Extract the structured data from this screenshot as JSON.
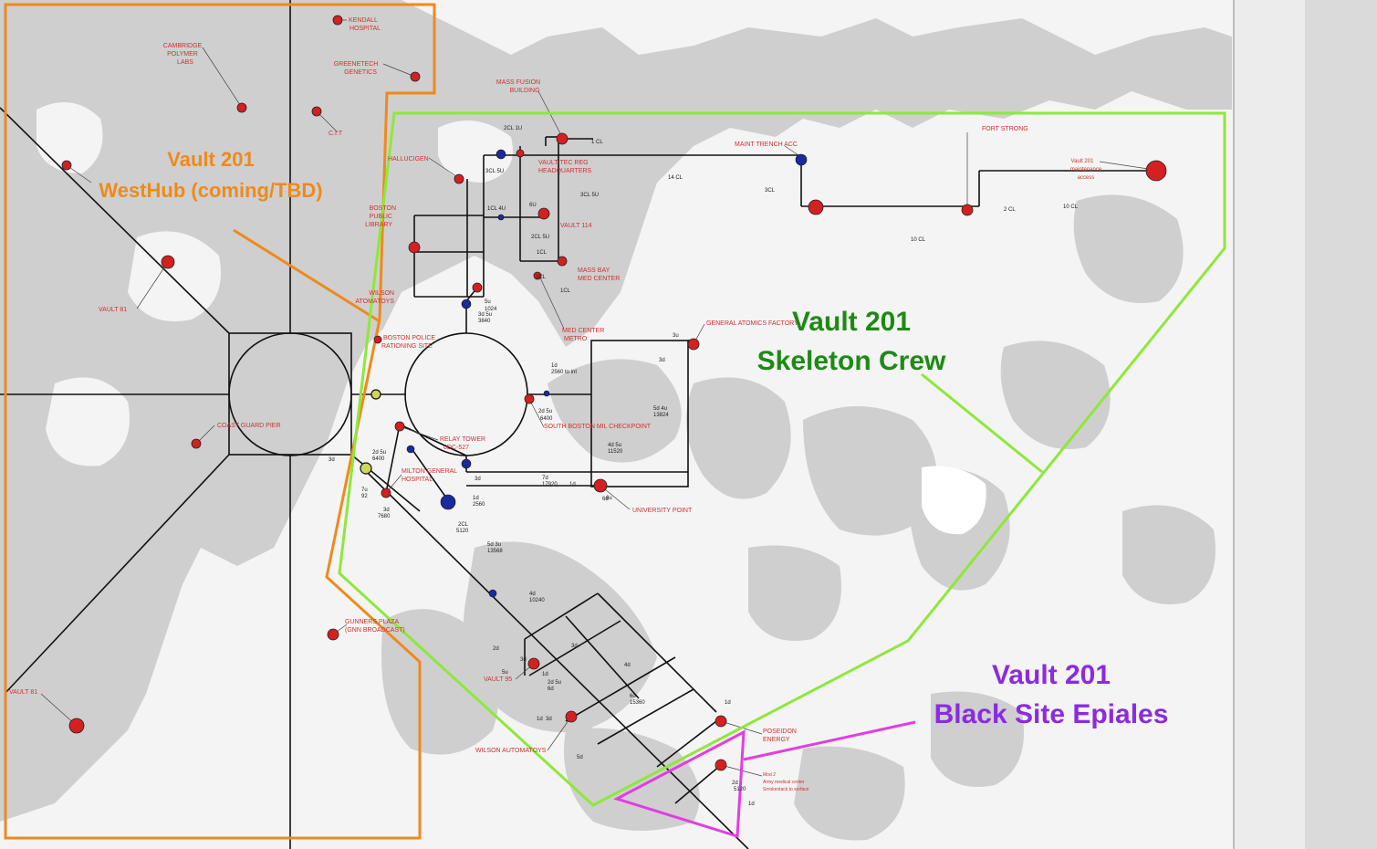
{
  "colors": {
    "land": "#cfcfcf",
    "water": "#f4f4f4",
    "rail": "#111111",
    "station": "#d42020",
    "junction": "#1c2a9c",
    "westhub_border": "#ee8a1c",
    "skeleton_border": "#8ee83a",
    "blacksite_border": "#e23de2",
    "westhub_text": "#ee8a1c",
    "skeleton_text": "#1e8a14",
    "blacksite_text": "#8a2be2"
  },
  "regions": {
    "westhub": {
      "line1": "Vault 201",
      "line2": "WestHub (coming/TBD)"
    },
    "skeleton": {
      "line1": "Vault 201",
      "line2": "Skeleton Crew"
    },
    "blacksite": {
      "line1": "Vault 201",
      "line2": "Black Site Epiales"
    }
  },
  "places": {
    "kendall": [
      "KENDALL",
      "HOSPITAL"
    ],
    "cambridge": [
      "CAMBRIDGE",
      "POLYMER",
      "LABS"
    ],
    "greentech": [
      "GREENETECH",
      "GENETICS"
    ],
    "cit": "C.I.T",
    "mass_fusion": [
      "MASS FUSION",
      "BUILDING"
    ],
    "vault81_top": "VAULT 81",
    "vault81_bottom": "VAULT 81",
    "hallucigen": "HALLUCIGEN",
    "vault_tec": [
      "VAULT-TEC REG",
      "HEADQUARTERS"
    ],
    "boston_library": [
      "BOSTON",
      "PUBLIC",
      "LIBRARY"
    ],
    "vault114": "VAULT 114",
    "mass_bay": [
      "MASS BAY",
      "MED CENTER"
    ],
    "wilson_top": [
      "WILSON",
      "ATOMATOYS"
    ],
    "med_center_metro": [
      "MED CENTER",
      "METRO"
    ],
    "boston_police": [
      "BOSTON POLICE",
      "RATIONING SITE"
    ],
    "general_atomics": "GENERAL ATOMICS FACTORY",
    "coast_guard": "COAST GUARD PIER",
    "relay_tower": [
      "RELAY TOWER",
      "0DC-527"
    ],
    "south_boston": "SOUTH BOSTON MIL CHECKPOINT",
    "milton": [
      "MILTON GENERAL",
      "HOSPITAL"
    ],
    "university_point": "UNIVERSITY POINT",
    "gunners": [
      "GUNNERS PLAZA",
      "(GNN BROADCAST)"
    ],
    "vault95": "VAULT 95",
    "wilson_bottom": "WILSON AUTOMATOYS",
    "poseidon": [
      "POSEIDON",
      "ENERGY"
    ],
    "mod2": [
      "Mod 2",
      "Army medical center",
      "Smokestack to surface"
    ],
    "maint_trench": "MAINT TRENCH ACC",
    "fort_strong": "FORT STRONG",
    "vault201_access": [
      "Vault 201",
      "maintenance",
      "access"
    ]
  },
  "track_labels": [
    "2CL 1U",
    "1 CL",
    "14 CL",
    "3CL 5U",
    "6U",
    "2CL 5U",
    "1CL",
    "3CL",
    "3CL 5U",
    "1CL 4U",
    "5u",
    "1024",
    "3d 5u",
    "3840",
    "1d",
    "2560 to int",
    "2d 5u",
    "6400",
    "5d 4u",
    "13824",
    "4d 5u",
    "11520",
    "3u",
    "3d",
    "7d",
    "17920",
    "1d",
    "6d",
    "3d",
    "3d",
    "2d 5u",
    "6400",
    "7u",
    "92",
    "3d",
    "7680",
    "1d",
    "2560",
    "2CL",
    "5120",
    "5d 3u",
    "13568",
    "4d",
    "10240",
    "3d",
    "2d",
    "4d",
    "1d",
    "3d",
    "5u",
    "1d",
    "2d 5u",
    "6d",
    "15360",
    "1d",
    "1d",
    "3d",
    "5d",
    "2d",
    "5120",
    "3CL",
    "2 CL",
    "10 CL",
    "10 CL",
    "1CL",
    "1d",
    "6u"
  ]
}
